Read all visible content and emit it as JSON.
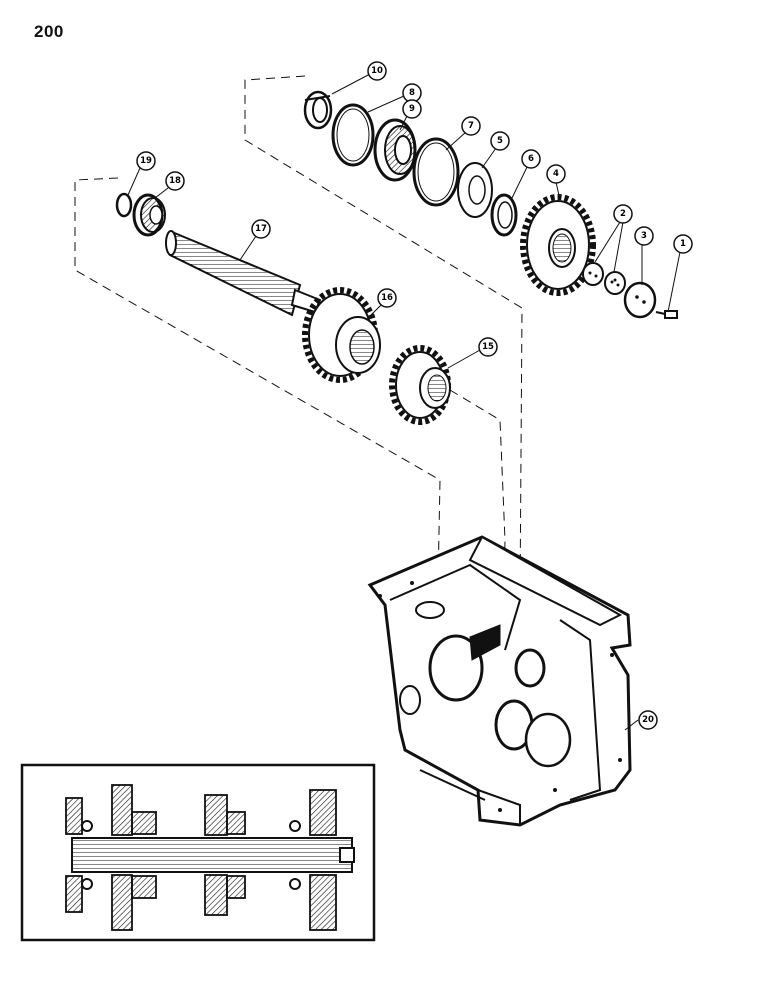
{
  "page": {
    "number": "200"
  },
  "callouts": [
    "1",
    "2",
    "3",
    "4",
    "5",
    "6",
    "7",
    "8",
    "9",
    "10",
    "15",
    "16",
    "17",
    "18",
    "19",
    "20"
  ],
  "parts": [
    {
      "id": "1",
      "icon": "bolt-icon"
    },
    {
      "id": "2",
      "icon": "lock-plate-icon"
    },
    {
      "id": "3",
      "icon": "retainer-plate-icon"
    },
    {
      "id": "4",
      "icon": "gear-icon"
    },
    {
      "id": "5",
      "icon": "washer-icon"
    },
    {
      "id": "6",
      "icon": "spacer-ring-icon"
    },
    {
      "id": "7",
      "icon": "snap-ring-icon"
    },
    {
      "id": "8",
      "icon": "snap-ring-icon"
    },
    {
      "id": "9",
      "icon": "roller-bearing-icon"
    },
    {
      "id": "10",
      "icon": "bearing-cup-icon"
    },
    {
      "id": "15",
      "icon": "gear-icon"
    },
    {
      "id": "16",
      "icon": "cluster-gear-icon"
    },
    {
      "id": "17",
      "icon": "splined-shaft-icon"
    },
    {
      "id": "18",
      "icon": "ball-bearing-icon"
    },
    {
      "id": "19",
      "icon": "snap-ring-icon"
    },
    {
      "id": "20",
      "icon": "transmission-case-icon"
    }
  ],
  "colors": {
    "ink": "#111111",
    "paper": "#ffffff"
  }
}
